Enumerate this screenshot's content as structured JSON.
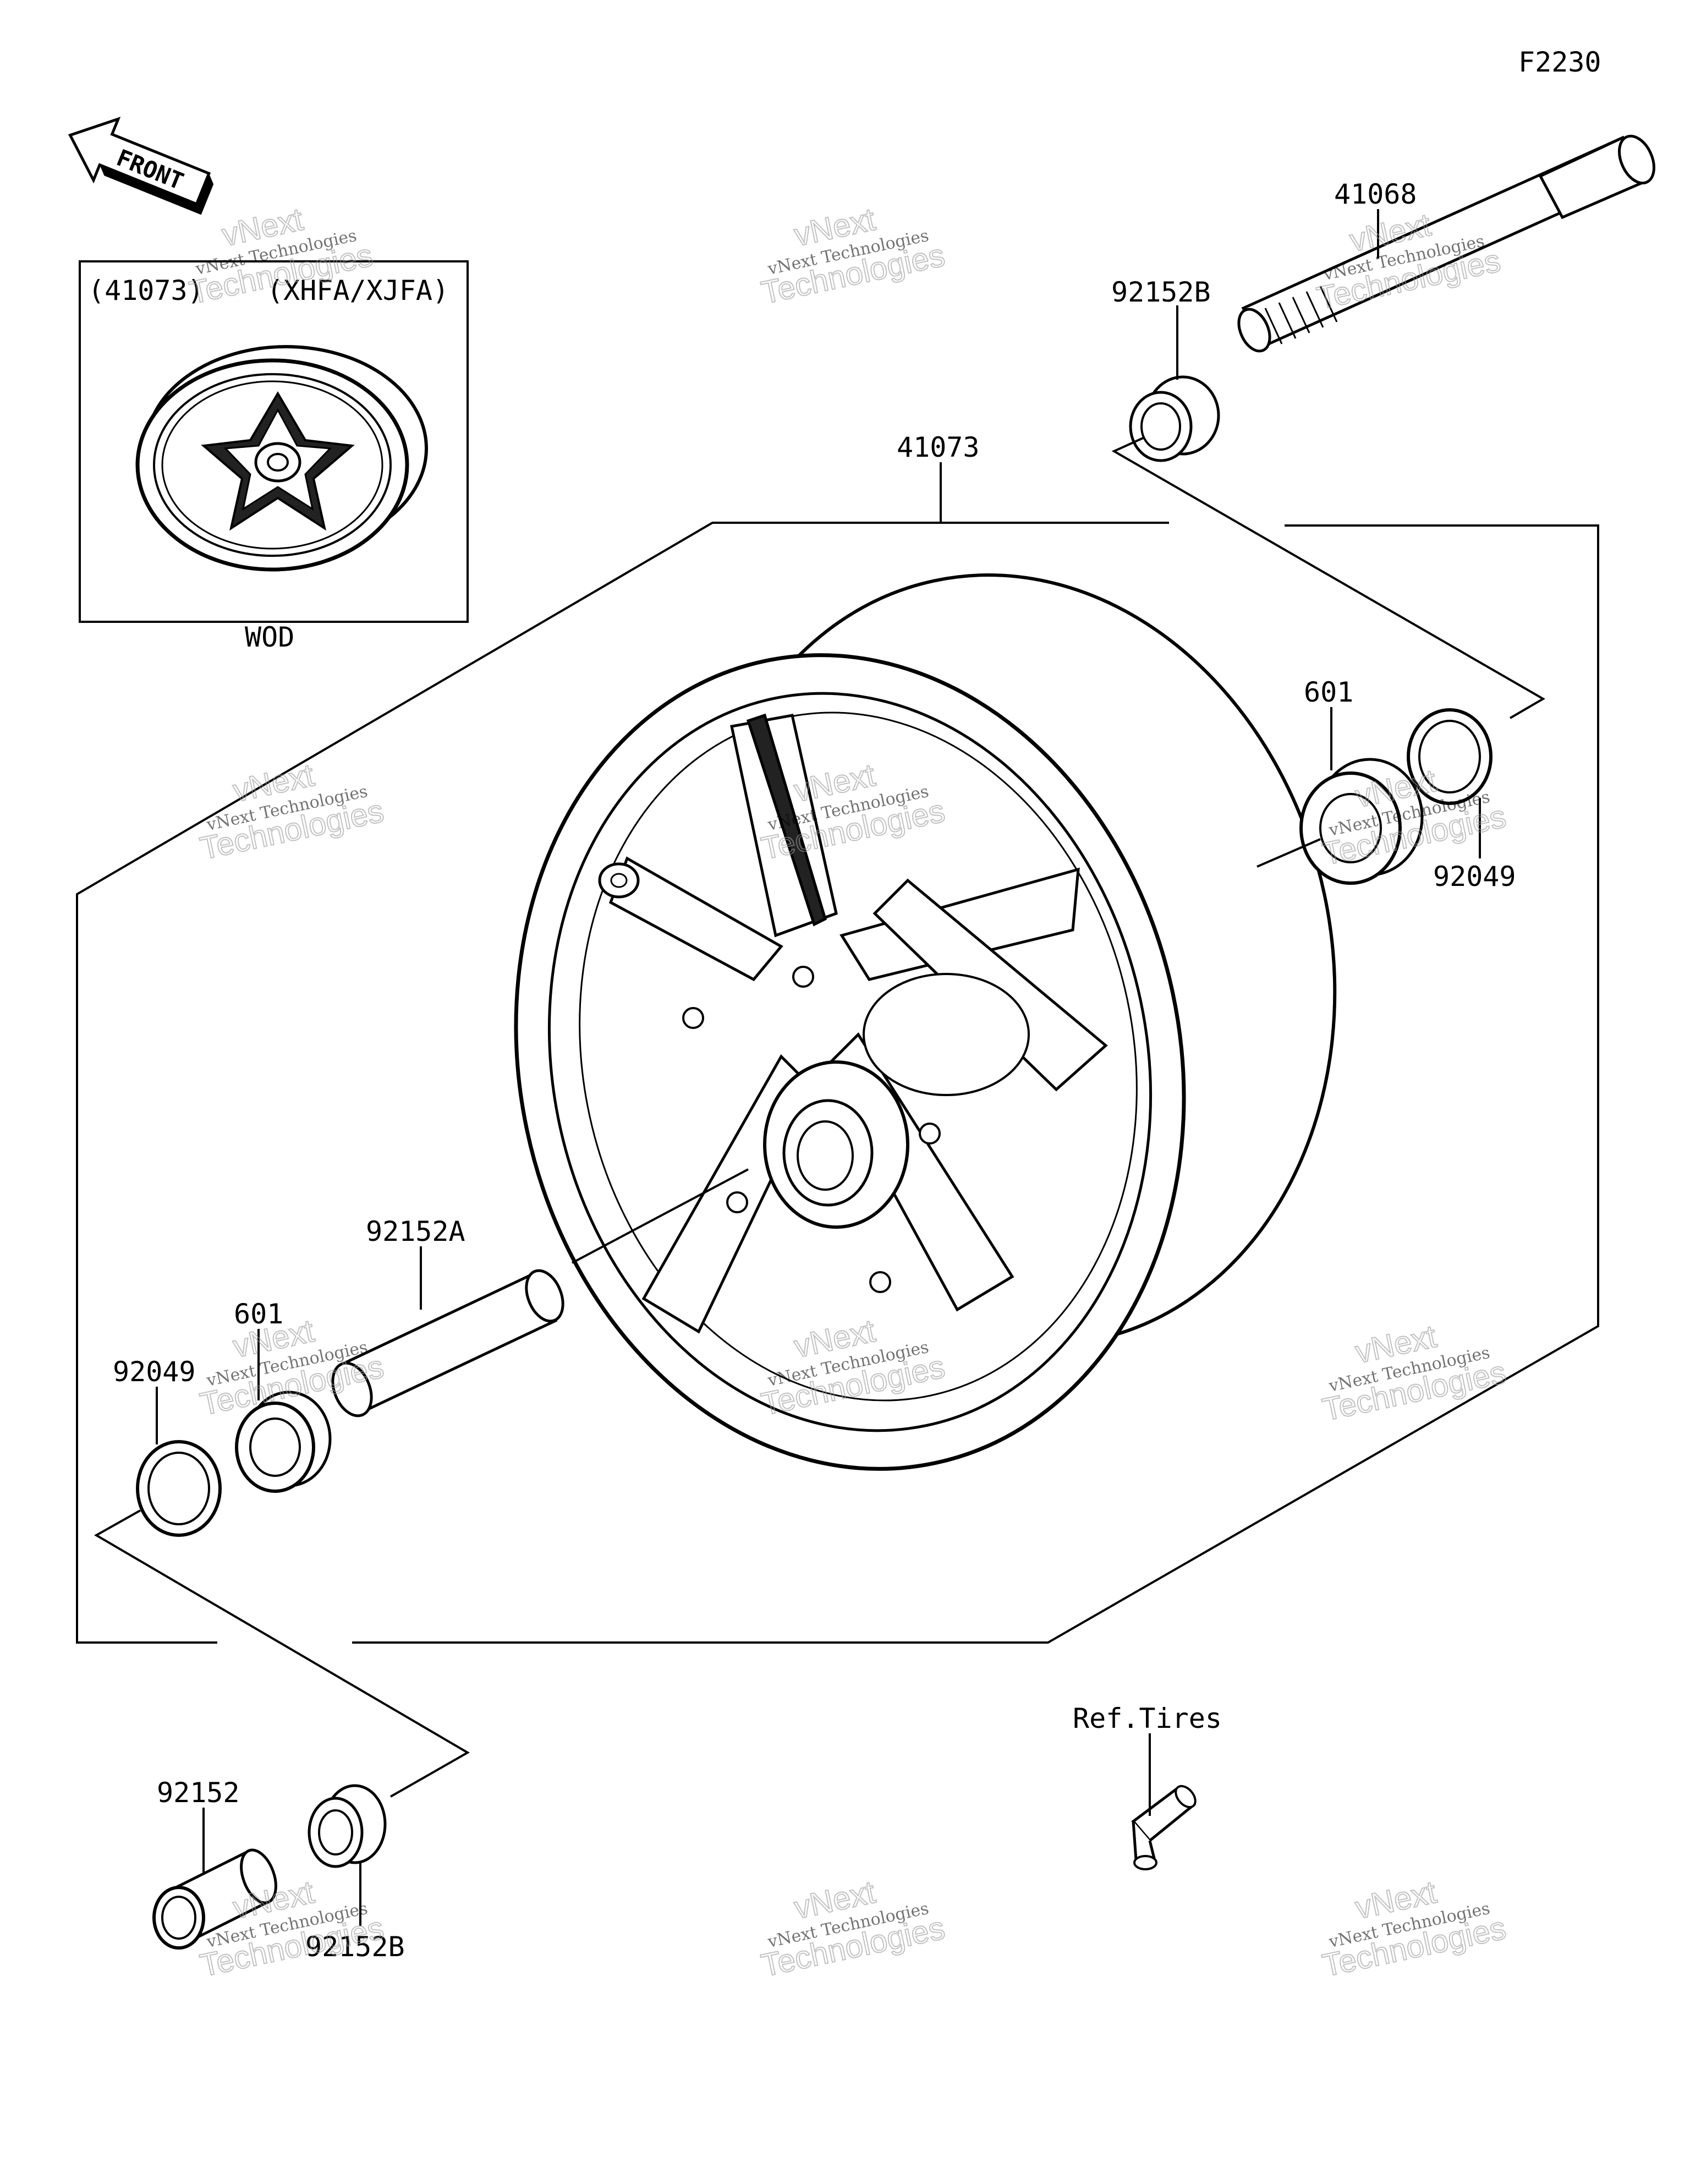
{
  "diagram": {
    "figure_code": "F2230",
    "front_label": "FRONT",
    "inset": {
      "part_ref": "(41073)",
      "variant": "(XHFA/XJFA)",
      "color_code": "WOD"
    },
    "callouts": {
      "wheel": "41073",
      "axle": "41068",
      "collar_b_top": "92152B",
      "bearing_right": "601",
      "seal_right": "92049",
      "spacer": "92152A",
      "bearing_left": "601",
      "seal_left": "92049",
      "collar_bottom": "92152",
      "collar_b_bottom": "92152B",
      "valve": "Ref.Tires"
    },
    "watermark": {
      "line1": "vNext Technologies",
      "line2": "Technologies",
      "line3": "vNext"
    }
  }
}
